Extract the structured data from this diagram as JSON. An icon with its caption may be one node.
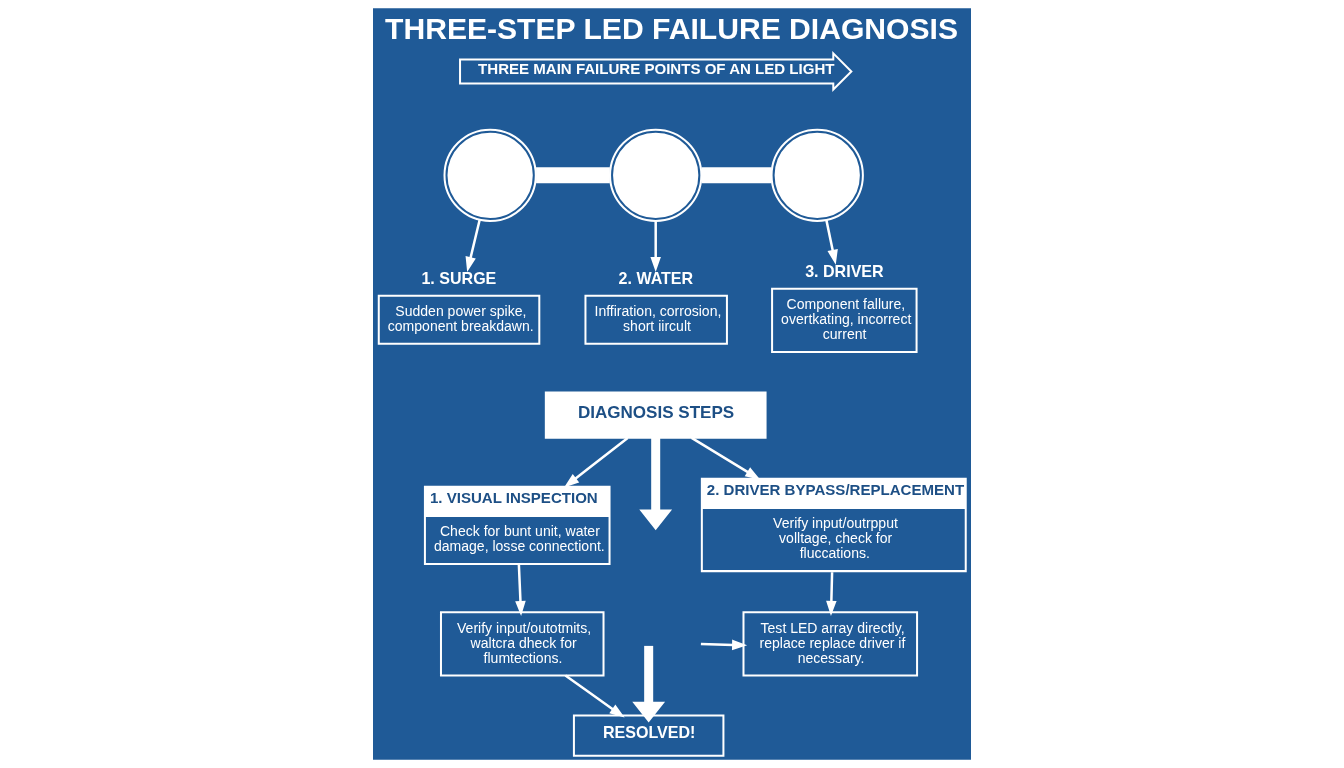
{
  "diagram": {
    "title": "THREE-STEP LED FAILURE DIAGNOSIS",
    "nodes": [
      {
        "text": [
          "THREE MAIN FAILURE POINTS OF AN LED LIGHT"
        ]
      },
      {
        "text": [],
        "shape": "circle"
      },
      {
        "text": [],
        "shape": "circle"
      },
      {
        "text": [],
        "shape": "circle"
      },
      {
        "text": [
          "1. SURGE",
          "Sudden power spike, component breakdawn."
        ]
      },
      {
        "text": [
          "2. WATER",
          "Inffiration, corrosion, short iircult"
        ]
      },
      {
        "text": [
          "3. DRIVER",
          "Component fallure, overtkating, incorrect current"
        ]
      },
      {
        "text": [
          "DIAGNOSIS STEPS"
        ]
      },
      {
        "text": [
          "1. VISUAL INSPECTION",
          "Check for bunt unit, water damage, losse connectiont."
        ]
      },
      {
        "text": [
          "2. DRIVER BYPASS/REPLACEMENT",
          "Verify input/outrpput volltage, check for fluccations."
        ]
      },
      {
        "text": [
          "Verify input/outotmits, waltcra dheck for flumtections."
        ]
      },
      {
        "text": [
          "Test LED array directly, replace replace driver if necessary."
        ]
      },
      {
        "text": [
          "RESOLVED!"
        ]
      }
    ],
    "edges": [
      {
        "from": 1,
        "to": 2,
        "arrow": "none",
        "style": "thick"
      },
      {
        "from": 2,
        "to": 3,
        "arrow": "none",
        "style": "thick"
      },
      {
        "from": 1,
        "to": 4,
        "arrow": "to"
      },
      {
        "from": 2,
        "to": 5,
        "arrow": "to"
      },
      {
        "from": 3,
        "to": 6,
        "arrow": "to"
      },
      {
        "from": 7,
        "to": 8,
        "arrow": "to"
      },
      {
        "from": 7,
        "to": 9,
        "arrow": "to"
      },
      {
        "from": 7,
        "to": null,
        "arrow": "to",
        "style": "thick"
      },
      {
        "from": 8,
        "to": 10,
        "arrow": "to"
      },
      {
        "from": 9,
        "to": 11,
        "arrow": "to"
      },
      {
        "from": null,
        "to": 12,
        "arrow": "to",
        "style": "thick"
      },
      {
        "from": null,
        "to": 11,
        "arrow": "to"
      },
      {
        "from": 10,
        "to": 12,
        "arrow": "to"
      }
    ]
  }
}
